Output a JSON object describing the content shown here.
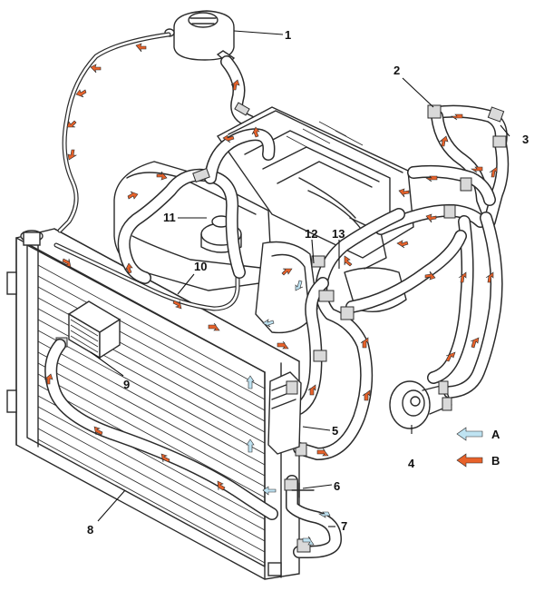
{
  "callouts": [
    {
      "id": "1",
      "label": "1"
    },
    {
      "id": "2",
      "label": "2"
    },
    {
      "id": "3",
      "label": "3"
    },
    {
      "id": "4",
      "label": "4"
    },
    {
      "id": "5",
      "label": "5"
    },
    {
      "id": "6",
      "label": "6"
    },
    {
      "id": "7",
      "label": "7"
    },
    {
      "id": "8",
      "label": "8"
    },
    {
      "id": "9",
      "label": "9"
    },
    {
      "id": "10",
      "label": "10"
    },
    {
      "id": "11",
      "label": "11"
    },
    {
      "id": "12",
      "label": "12"
    },
    {
      "id": "13",
      "label": "13"
    }
  ],
  "legend": {
    "a_label": "A",
    "b_label": "B",
    "a_color": "#bfe3f2",
    "b_color": "#e8622a"
  },
  "colors": {
    "line": "#2b2b2b",
    "cold_arrow": "#bfe3f2",
    "hot_arrow": "#e8622a"
  }
}
